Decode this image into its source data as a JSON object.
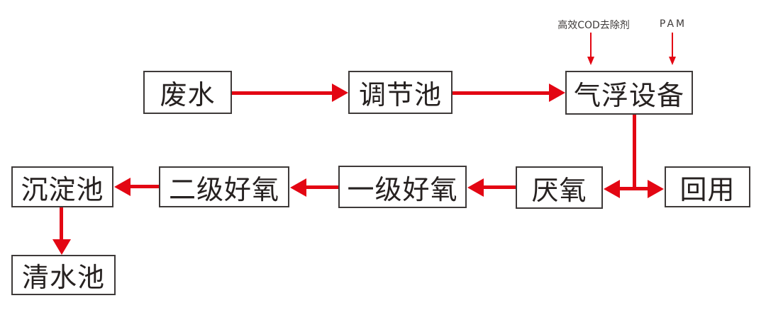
{
  "diagram": {
    "title": "wastewater treatment process flow",
    "nodes": {
      "wastewater": {
        "label": "废水"
      },
      "regulation_tank": {
        "label": "调节池"
      },
      "air_flotation": {
        "label": "气浮设备"
      },
      "anaerobic": {
        "label": "厌氧"
      },
      "reuse": {
        "label": "回用"
      },
      "primary_aerobic": {
        "label": "一级好氧"
      },
      "secondary_aerobic": {
        "label": "二级好氧"
      },
      "sedimentation": {
        "label": "沉淀池"
      },
      "clear_water": {
        "label": "清水池"
      }
    },
    "annotations": {
      "cod_remover": {
        "label": "高效COD去除剂"
      },
      "pam": {
        "label": "PAM"
      }
    },
    "flow": [
      "废水 → 调节池",
      "调节池 → 气浮设备",
      "高效COD去除剂 ↓ 气浮设备",
      "PAM ↓ 气浮设备",
      "气浮设备 → 厌氧",
      "气浮设备 → 回用",
      "厌氧 → 一级好氧",
      "一级好氧 → 二级好氧",
      "二级好氧 → 沉淀池",
      "沉淀池 → 清水池"
    ],
    "colors": {
      "arrow": "#e30613",
      "box_border": "#3e3a39",
      "text": "#262120",
      "background": "#ffffff"
    }
  }
}
